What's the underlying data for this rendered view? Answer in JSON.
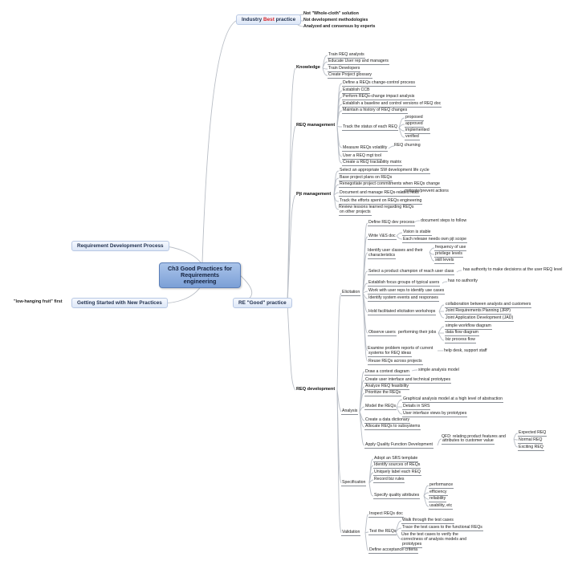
{
  "central": {
    "line1": "Ch3 Good Practices for",
    "line2": "Requirements",
    "line3": "engineering"
  },
  "industry": {
    "pre": "Industry ",
    "red": "Best",
    "post": " practice",
    "items": [
      "Not \"Whole-cloth\" solution",
      "Not development methodologies",
      "Analyzed and consensus by experts"
    ]
  },
  "left_topics": {
    "req_dev_process": "Requirement Development Process",
    "getting_started": "Getting Started with New Practices",
    "low_hanging": "\"low-hanging fruit\" first"
  },
  "good_practice": {
    "label": "RE \"Good\" practice",
    "knowledge": {
      "label": "Knowledge",
      "items": [
        "Train REQ analysts",
        "Educate User rep and managers",
        "Train Developers",
        "Create Project glossary"
      ]
    },
    "req_mgmt": {
      "label": "REQ management",
      "items": [
        "Define a REQs change-control process",
        "Establish CCB",
        "Perform REQs-change impact analysis",
        "Establish a baseline and control versions of REQ doc",
        "Maintain a history of REQ changes"
      ],
      "track": {
        "label": "Track the status of each REQ",
        "states": [
          "proposed",
          "approved",
          "implemented",
          "verified"
        ]
      },
      "volatility": {
        "label": "Measure REQs volatility",
        "note": "REQ churning"
      },
      "tool": "User a REQ mgt tool",
      "trace": "Create a REQ tractability matrix"
    },
    "pjt_mgmt": {
      "label": "Pjt management",
      "items": [
        "Select an appropriate SW development life cycle",
        "Base project plans on REQs",
        "Renegotiate project commitments when REQs change"
      ],
      "risk": {
        "label": "Document and manage REQs-related risks",
        "note": "mitigate/prevent actions"
      },
      "track_efforts": "Track the efforts spent on REQs engineering",
      "review1": "Review lessons learned regarding REQs",
      "review2": "on other projects"
    },
    "req_dev": {
      "label": "REQ development",
      "elicitation": {
        "label": "Elicitation",
        "define": {
          "label": "Define REQ dev process",
          "note": "document steps to follow"
        },
        "vs": {
          "label": "Write V&S doc",
          "notes": [
            "Vision is stable",
            "Each release needs own pjt scope"
          ]
        },
        "classes": {
          "label1": "Identify user classes and their",
          "label2": "characteristics",
          "notes": [
            "frequency of use",
            "privilege levels",
            "skill levels"
          ]
        },
        "champion": {
          "label": "Select a product champion of reach user class",
          "note": "has authority to make decisions at the user REQ level"
        },
        "focus": {
          "label": "Establish focus groups of typical users",
          "note": "has no authority"
        },
        "work": "Work with user reps to identify use cases",
        "events": "Identify system events and responses",
        "workshops": {
          "label": "Hold facilitated elicitation workshops",
          "notes": [
            "collaboration between analysts and customers",
            "Joint Requirements Planning (JRP)",
            "Joint Application Development (JAD)"
          ]
        },
        "observe": {
          "label": "Observe users",
          "mid": "performing their jobs",
          "notes": [
            "simple workflow diagram",
            "data flow diagram",
            "biz process flow"
          ]
        },
        "examine": {
          "label1": "Examine problem reports of current",
          "label2": "systems for REQ ideas",
          "note": "help desk, support staff"
        },
        "reuse": "Reuse REQs across projects"
      },
      "analysis": {
        "label": "Analysis",
        "context": {
          "label": "Draw a context diagram",
          "note": "simple analysis model"
        },
        "items1": [
          "Create user interface and technical prototypes",
          "Analyze REQ feasibility",
          "Prioritize the REQs"
        ],
        "model": {
          "label": "Model the REQs",
          "notes": [
            "Graphical analysis model at a high level of abstraction",
            "Details in SRS",
            "User interface views by prototypes"
          ]
        },
        "items2": [
          "Create a data dictionary",
          "Allocate REQs to subsystems"
        ],
        "qfd": {
          "label": "Apply Quality Function Development",
          "note1": "QFD: relating product features and",
          "note2": "attributes to customer value",
          "levels": [
            "Expected REQ",
            "Normal REQ",
            "Exciting REQ"
          ]
        }
      },
      "specification": {
        "label": "Specification",
        "items": [
          "Adopt an SRS template",
          "Identify sources of REQs",
          "Uniquely label each REQ",
          "Record biz rules"
        ],
        "quality": {
          "label": "Specify quality attributes",
          "attrs": [
            "performance",
            "efficiency",
            "reliability",
            "usability, etc"
          ]
        }
      },
      "validation": {
        "label": "Validation",
        "inspect": "Inspect REQs doc",
        "test": {
          "label": "Test the REQs",
          "notes": [
            "Walk through the test cases",
            "Trace the test cases to the functional REQs"
          ],
          "use1": "Use the test cases to verify the",
          "use2": "correctness of analysis models and",
          "use3": "prototypes"
        },
        "criteria": "Define acceptance criteria"
      }
    }
  },
  "colors": {
    "branch": "#b9bec6",
    "central": "#7b9fd6",
    "accent": "#d7262a"
  }
}
